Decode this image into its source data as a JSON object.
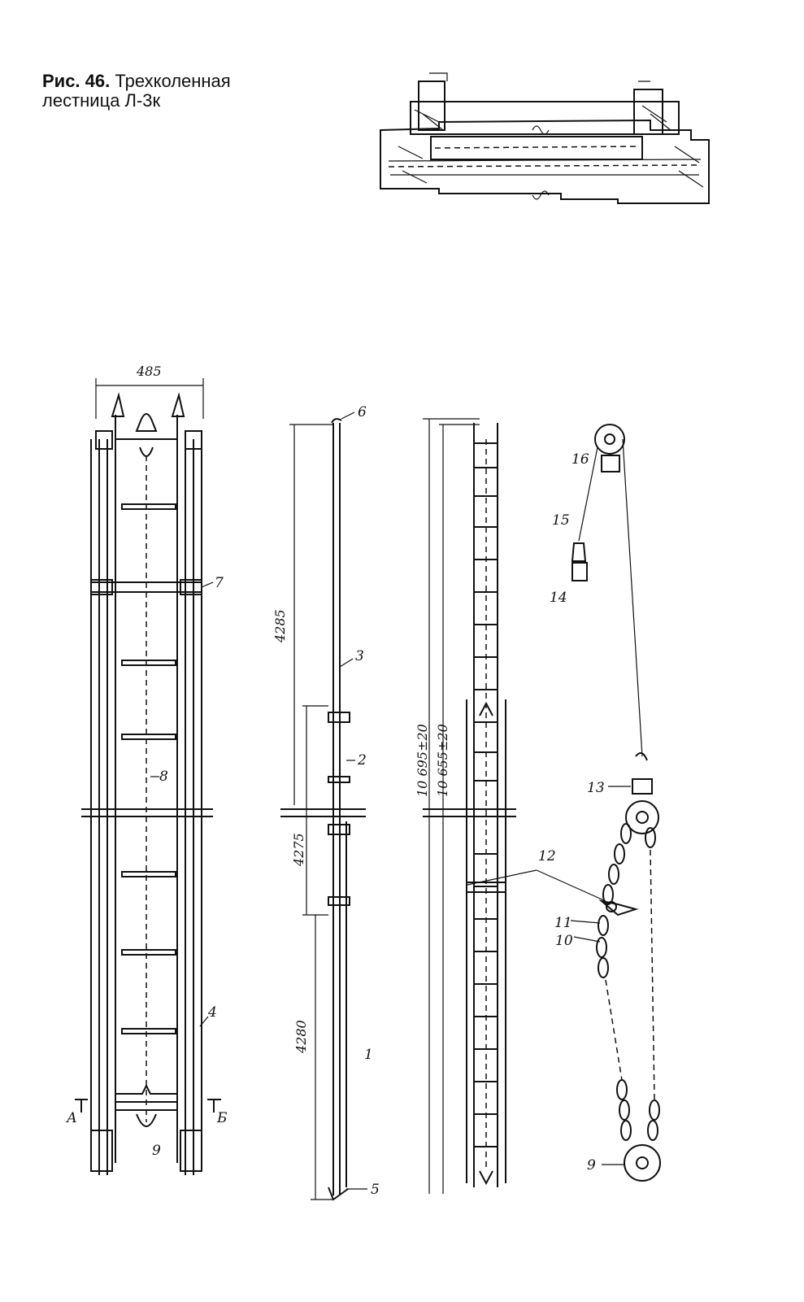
{
  "caption": {
    "figure": "Рис. 46.",
    "line1": "Трехколенная",
    "line2": "лестница Л-3к"
  },
  "dimensions": {
    "width": "485",
    "upper": "4285",
    "middle": "4275",
    "lower": "4280",
    "total_outer": "10 695±20",
    "total_inner": "10 655±20"
  },
  "labels": {
    "p1": "1",
    "p2": "2",
    "p3": "3",
    "p4": "4",
    "p5": "5",
    "p6": "6",
    "p7": "7",
    "p8": "8",
    "p9a": "9",
    "p9b": "9",
    "p10": "10",
    "p11": "11",
    "p12": "12",
    "p13": "13",
    "p14": "14",
    "p15": "15",
    "p16": "16",
    "sectionA": "А",
    "sectionB": "Б"
  }
}
